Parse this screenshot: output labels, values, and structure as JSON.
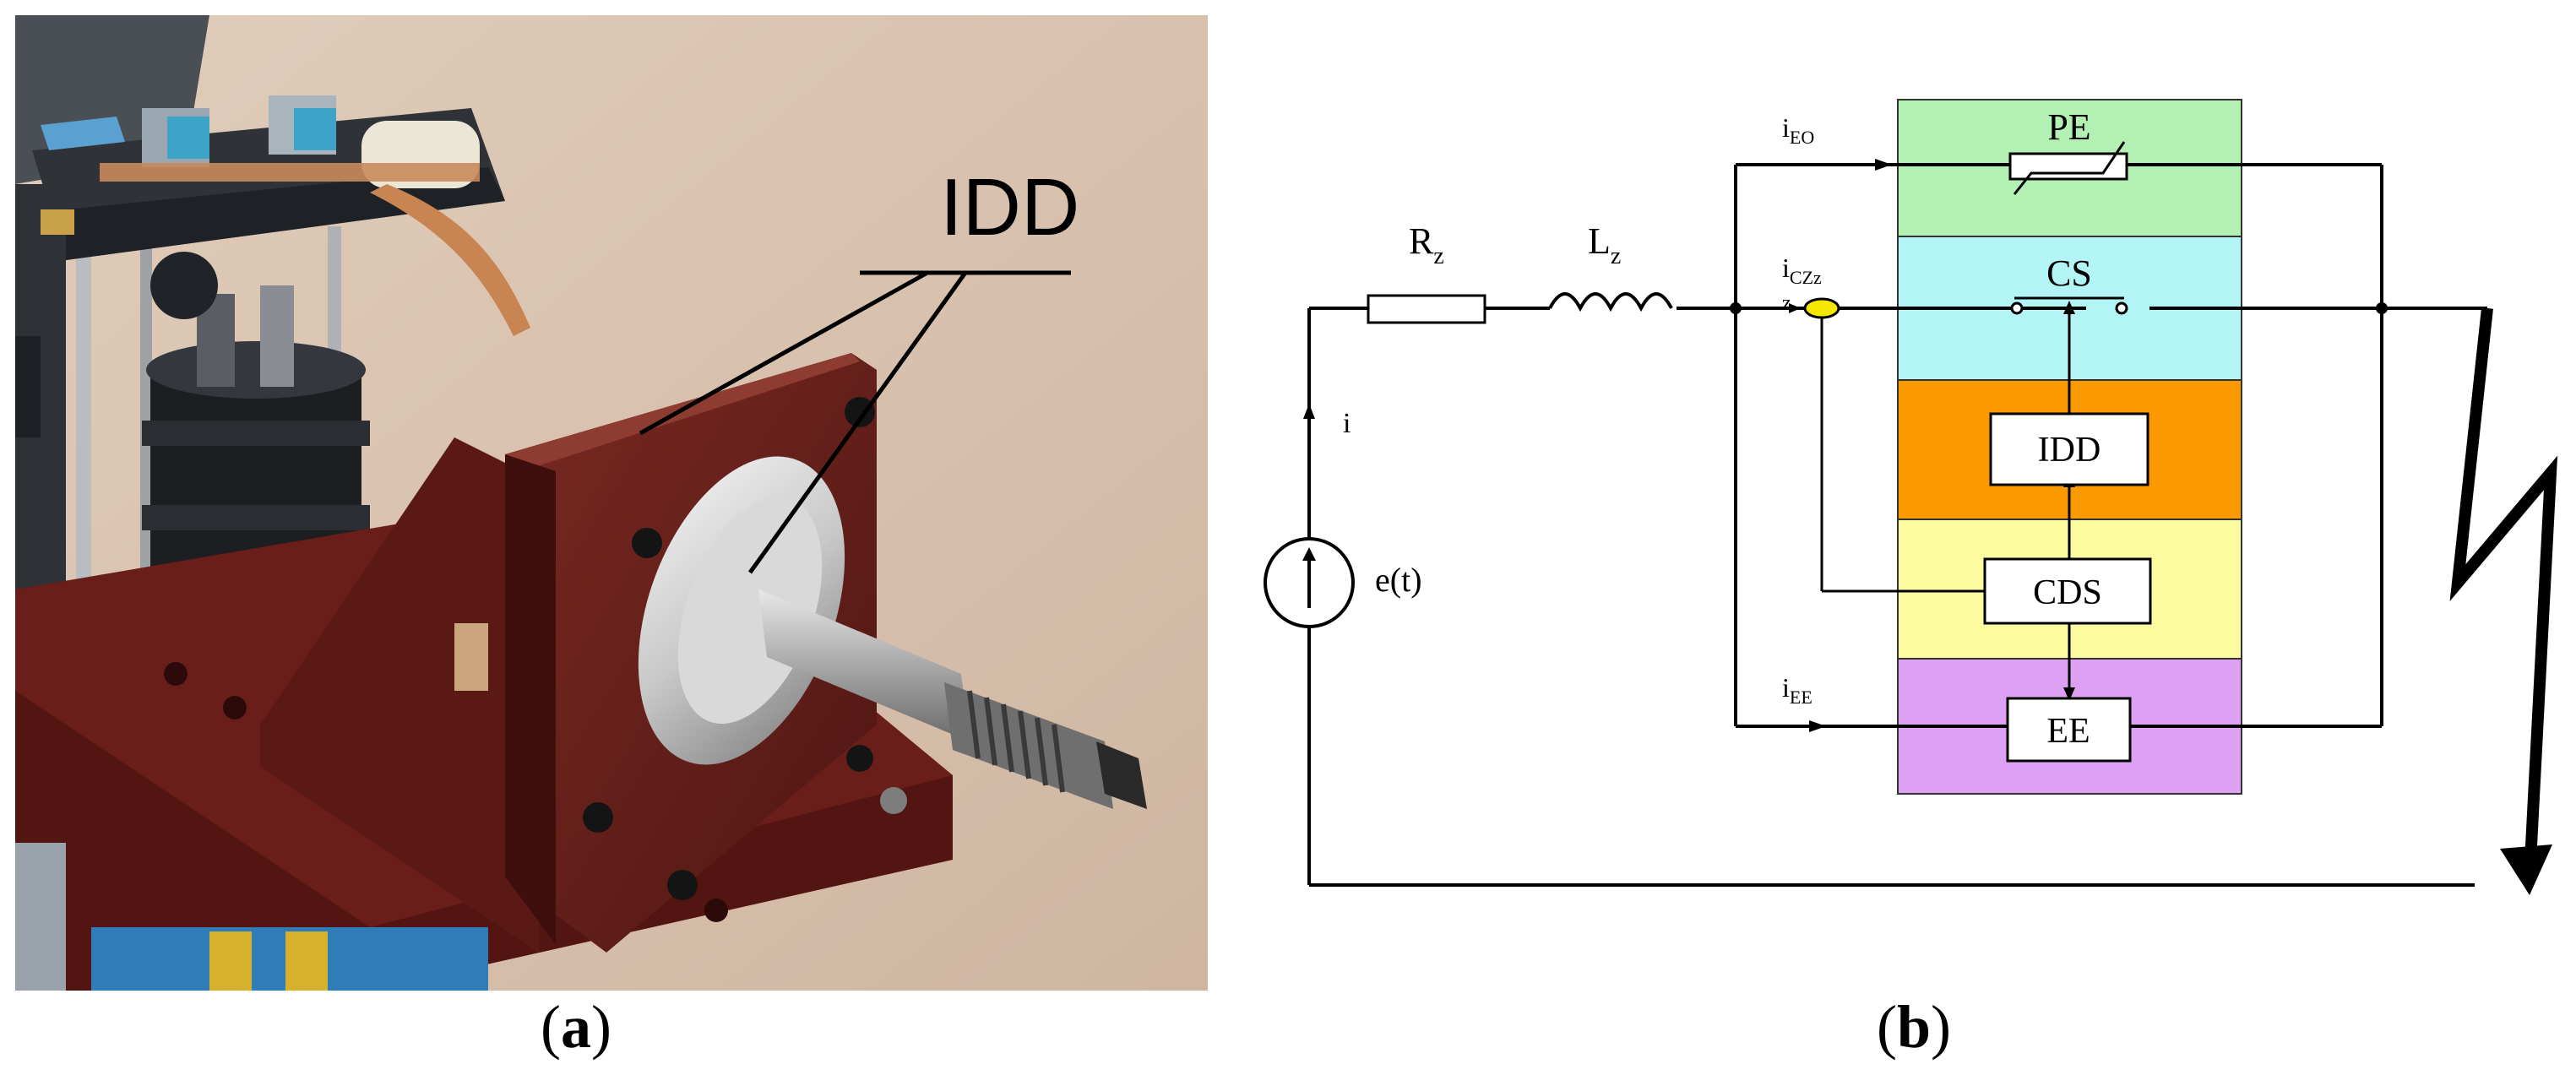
{
  "panels": {
    "a": {
      "label_open": "(",
      "label_letter": "a",
      "label_close": ")",
      "callout": "IDD"
    },
    "b": {
      "label_open": "(",
      "label_letter": "b",
      "label_close": ")"
    }
  },
  "circuit": {
    "resistor": {
      "main": "R",
      "sub": "z"
    },
    "inductor": {
      "main": "L",
      "sub": "z"
    },
    "current_i": "i",
    "source": "e(t)",
    "branch_eo": {
      "main": "i",
      "sub": "EO"
    },
    "branch_czz": {
      "main": "i",
      "sub": "CZz",
      "extra": "z"
    },
    "branch_ee": {
      "main": "i",
      "sub": "EE"
    }
  },
  "blocks": [
    {
      "id": "pe",
      "label": "PE",
      "color": "#b3f0b3"
    },
    {
      "id": "cs",
      "label": "CS",
      "color": "#b3f5f7"
    },
    {
      "id": "idd",
      "label": "IDD",
      "color": "#fb9a00"
    },
    {
      "id": "cds",
      "label": "CDS",
      "color": "#fdfba0"
    },
    {
      "id": "ee",
      "label": "EE",
      "color": "#dea0f2"
    }
  ],
  "colors": {
    "sensor_yellow": "#f7e600"
  }
}
